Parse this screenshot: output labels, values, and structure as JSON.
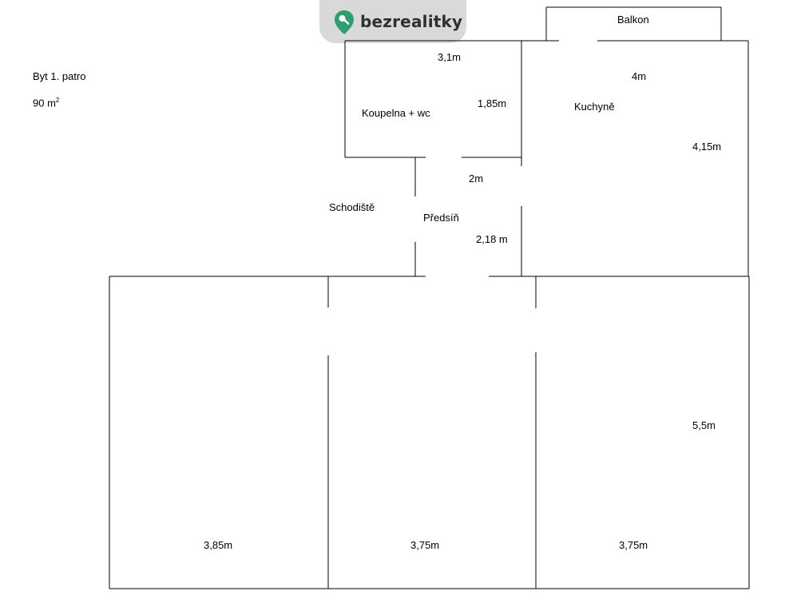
{
  "brand": {
    "name": "bezrealitky",
    "icon": "map-pin-icon",
    "color": "#2f9e6e"
  },
  "header": {
    "title": "Byt 1. patro",
    "area_value": "90 m",
    "area_unit_sup": "2"
  },
  "rooms": {
    "balcony": "Balkon",
    "bathroom": "Koupelna + wc",
    "kitchen": "Kuchyně",
    "stairs": "Schodiště",
    "hallway": "Předsíň"
  },
  "dimensions": {
    "bathroom_width": "3,1m",
    "bathroom_height": "1,85m",
    "kitchen_width": "4m",
    "kitchen_height": "4,15m",
    "hall_width": "2m",
    "hall_height": "2,18 m",
    "room_left_width": "3,85m",
    "room_mid_width": "3,75m",
    "room_right_width": "3,75m",
    "rooms_height": "5,5m"
  }
}
